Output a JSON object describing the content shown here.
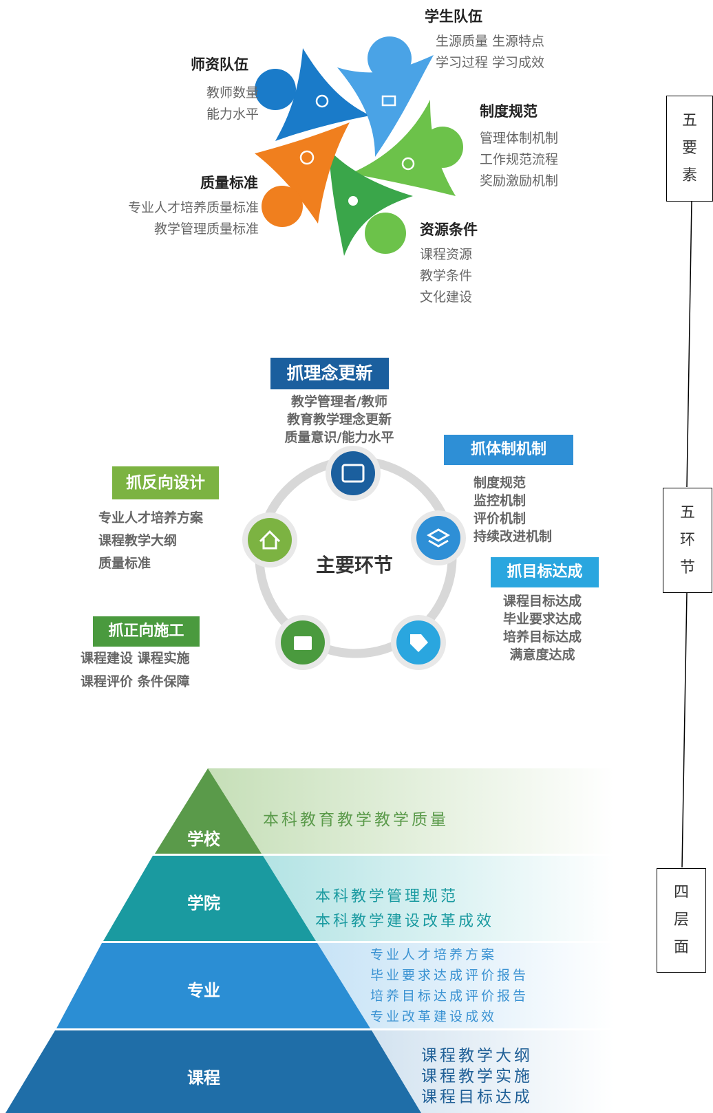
{
  "five_elements": {
    "student": {
      "title": "学生队伍",
      "lines": [
        "生源质量 生源特点",
        "学习过程 学习成效"
      ]
    },
    "teacher": {
      "title": "师资队伍",
      "lines": [
        "教师数量",
        "能力水平"
      ]
    },
    "system": {
      "title": "制度规范",
      "lines": [
        "管理体制机制",
        "工作规范流程",
        "奖励激励机制"
      ]
    },
    "quality": {
      "title": "质量标准",
      "lines": [
        "专业人才培养质量标准",
        "教学管理质量标准"
      ]
    },
    "resource": {
      "title": "资源条件",
      "lines": [
        "课程资源",
        "教学条件",
        "文化建设"
      ]
    },
    "colors": {
      "blue_dark": "#1a7bc9",
      "blue_light": "#4aa3e6",
      "green_dark": "#3aa64a",
      "green_light": "#6cc24a",
      "orange": "#f07f1e"
    }
  },
  "five_links": {
    "center": "主要环节",
    "concept": {
      "tag": "抓理念更新",
      "lines": [
        "教学管理者/教师",
        "教育教学理念更新",
        "质量意识/能力水平"
      ]
    },
    "mechanism": {
      "tag": "抓体制机制",
      "lines": [
        "制度规范",
        "监控机制",
        "评价机制",
        "持续改进机制"
      ]
    },
    "target": {
      "tag": "抓目标达成",
      "lines": [
        "课程目标达成",
        "毕业要求达成",
        "培养目标达成",
        "满意度达成"
      ]
    },
    "reverse": {
      "tag": "抓反向设计",
      "lines": [
        "专业人才培养方案",
        "课程教学大纲",
        "质量标准"
      ]
    },
    "forward": {
      "tag": "抓正向施工",
      "lines": [
        "课程建设 课程实施",
        "课程评价 条件保障"
      ]
    },
    "icons": [
      "store-icon",
      "layers-icon",
      "tag-icon",
      "briefcase-icon",
      "home-icon"
    ],
    "colors": {
      "tag_blue": "#1b5f9e",
      "tag_lightblue": "#2e8fd6",
      "tag_lightblue2": "#2aa6df",
      "tag_green": "#7cb342",
      "tag_green_dark": "#4a9a3e"
    }
  },
  "four_levels": {
    "school": {
      "label": "学校",
      "lines": [
        "本科教育教学教学质量"
      ],
      "color": "#5a9a4a",
      "text_color": "#5a9a4a"
    },
    "college": {
      "label": "学院",
      "lines": [
        "本科教学管理规范",
        "本科教学建设改革成效"
      ],
      "color": "#1a9aa0",
      "text_color": "#1a9aa0"
    },
    "major": {
      "label": "专业",
      "lines": [
        "专业人才培养方案",
        "毕业要求达成评价报告",
        "培养目标达成评价报告",
        "专业改革建设成效"
      ],
      "color": "#2b8ed4",
      "text_color": "#3a92d2"
    },
    "course": {
      "label": "课程",
      "lines": [
        "课程教学大纲",
        "课程教学实施",
        "课程目标达成"
      ],
      "color": "#1f6ea8",
      "text_color": "#1f5f96"
    }
  },
  "side_boxes": [
    {
      "chars": [
        "五",
        "要",
        "素"
      ]
    },
    {
      "chars": [
        "五",
        "环",
        "节"
      ]
    },
    {
      "chars": [
        "四",
        "层",
        "面"
      ]
    }
  ]
}
